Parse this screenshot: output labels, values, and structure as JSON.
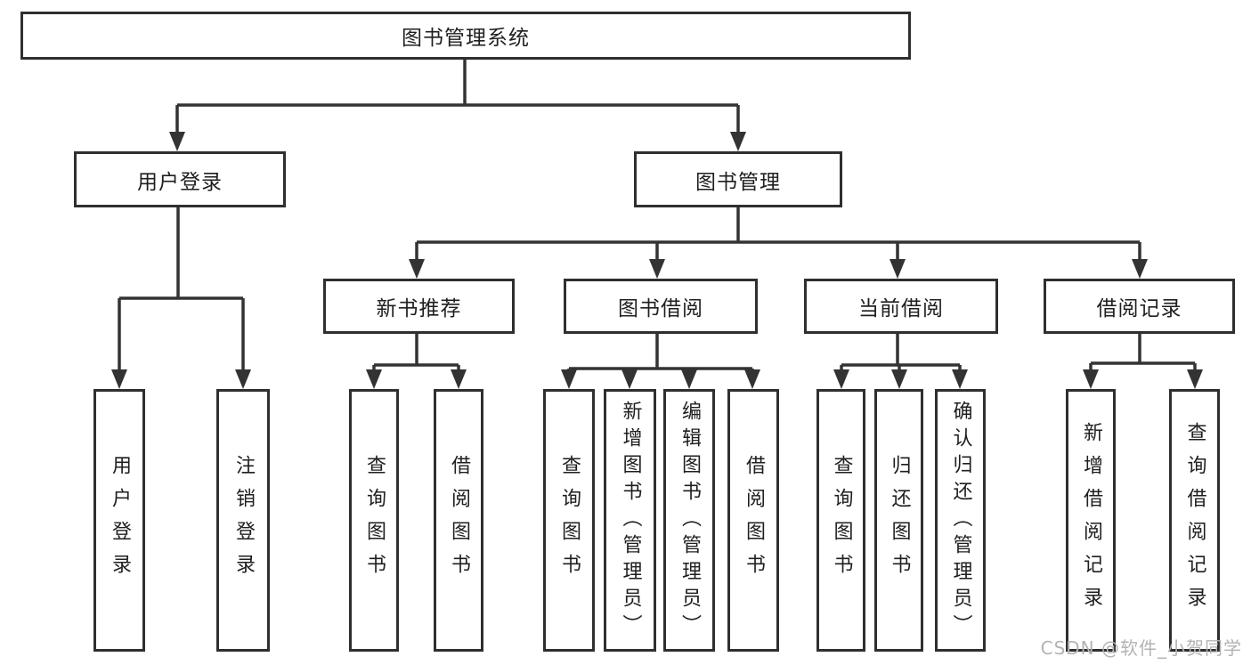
{
  "tree": {
    "root": {
      "label": "图书管理系统",
      "children": [
        {
          "label": "用户登录",
          "children": [
            {
              "label": "用户登录"
            },
            {
              "label": "注销登录"
            }
          ]
        },
        {
          "label": "图书管理",
          "children": [
            {
              "label": "新书推荐",
              "children": [
                {
                  "label": "查询图书"
                },
                {
                  "label": "借阅图书"
                }
              ]
            },
            {
              "label": "图书借阅",
              "children": [
                {
                  "label": "查询图书"
                },
                {
                  "label": "新增图书（管理员）"
                },
                {
                  "label": "编辑图书（管理员）"
                },
                {
                  "label": "借阅图书"
                }
              ]
            },
            {
              "label": "当前借阅",
              "children": [
                {
                  "label": "查询图书"
                },
                {
                  "label": "归还图书"
                },
                {
                  "label": "确认归还（管理员）"
                }
              ]
            },
            {
              "label": "借阅记录",
              "children": [
                {
                  "label": "新增借阅记录"
                },
                {
                  "label": "查询借阅记录"
                }
              ]
            }
          ]
        }
      ]
    }
  },
  "watermark": {
    "text": "CSDN @软件_小贺同学"
  },
  "colors": {
    "line": "#333333",
    "border": "#2f2f2f",
    "text": "#1f1f1f",
    "watermark": "#b3b3b3",
    "background": "#ffffff"
  }
}
